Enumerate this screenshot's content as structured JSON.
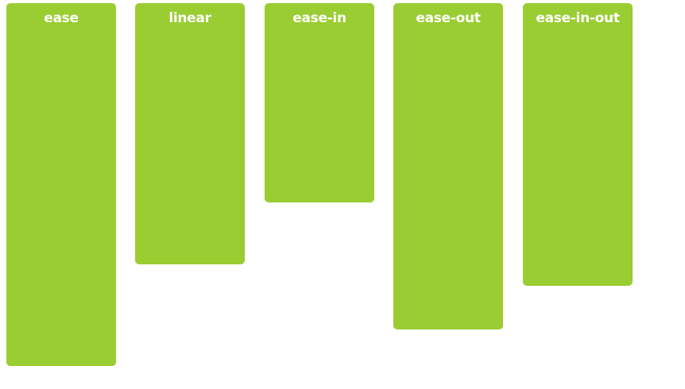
{
  "accent_color": "#9acd32",
  "label_color": "#ffffff",
  "boxes": [
    {
      "label": "ease",
      "progress": 1.0
    },
    {
      "label": "linear",
      "progress": 0.72
    },
    {
      "label": "ease-in",
      "progress": 0.55
    },
    {
      "label": "ease-out",
      "progress": 0.9
    },
    {
      "label": "ease-in-out",
      "progress": 0.78
    }
  ]
}
